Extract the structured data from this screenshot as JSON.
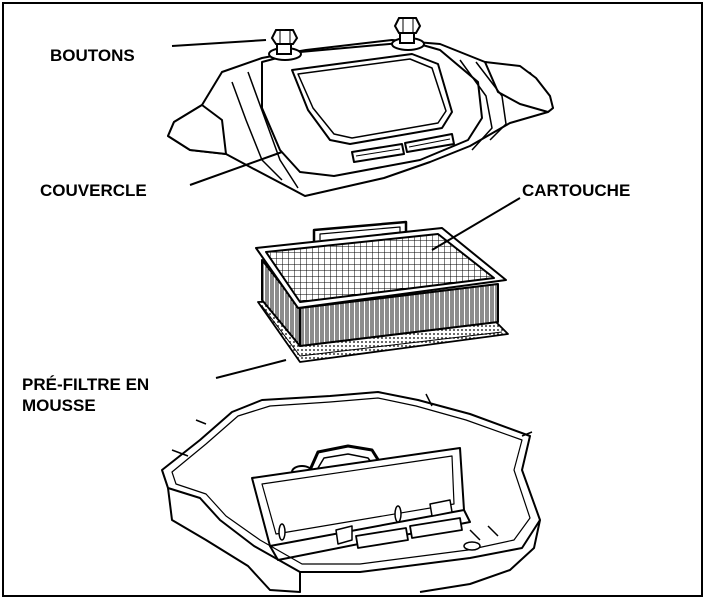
{
  "labels": {
    "boutons": "BOUTONS",
    "couvercle": "COUVERCLE",
    "cartouche": "CARTOUCHE",
    "prefiltre_line1": "PRÉ-FILTRE EN",
    "prefiltre_line2": "MOUSSE"
  },
  "colors": {
    "line": "#000000",
    "background": "#ffffff"
  }
}
